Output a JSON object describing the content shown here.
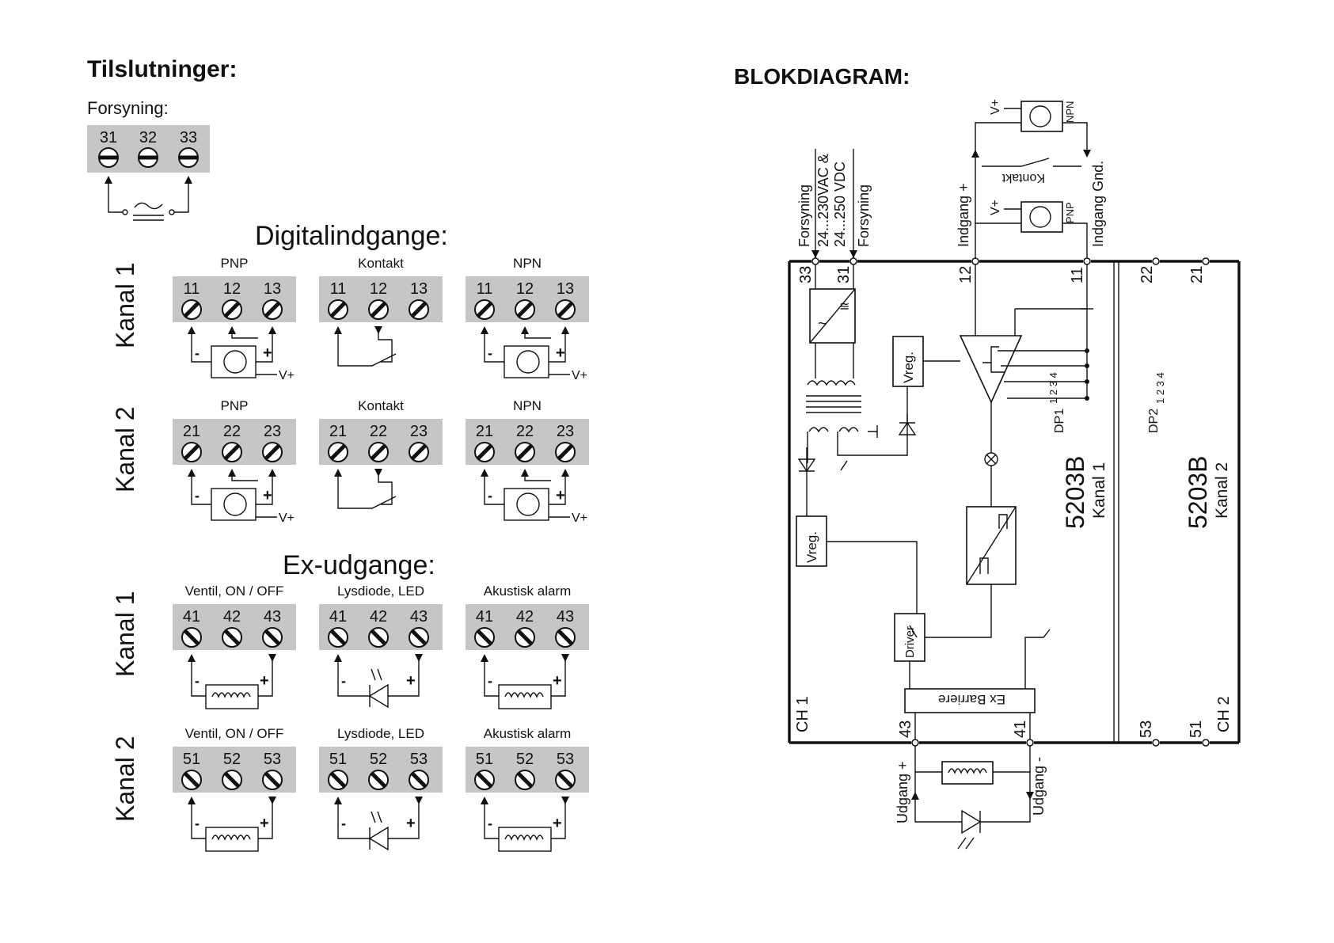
{
  "left": {
    "title": "Tilslutninger:",
    "supply_label": "Forsyning:",
    "supply_terminals": [
      "31",
      "32",
      "33"
    ],
    "digital_title": "Digitalindgange:",
    "exout_title": "Ex-udgange:",
    "channel1": "Kanal 1",
    "channel2": "Kanal 2",
    "digital_labels": [
      "PNP",
      "Kontakt",
      "NPN"
    ],
    "digital_ch1_terms": [
      "11",
      "12",
      "13"
    ],
    "digital_ch2_terms": [
      "21",
      "22",
      "23"
    ],
    "exout_labels": [
      "Ventil, ON / OFF",
      "Lysdiode, LED",
      "Akustisk alarm"
    ],
    "exout_ch1_terms": [
      "41",
      "42",
      "43"
    ],
    "exout_ch2_terms": [
      "51",
      "52",
      "53"
    ],
    "minus": "-",
    "plus": "+",
    "vplus": "V+"
  },
  "right": {
    "title": "BLOKDIAGRAM:",
    "forsyning": "Forsyning",
    "supply_ac": "24...230VAC &",
    "supply_dc": "24...250 VDC",
    "indgang_plus": "Indgang +",
    "indgang_gnd": "Indgang Gnd.",
    "kontakt": "Kontakt",
    "npn": "NPN",
    "pnp": "PNP",
    "vplus": "V+",
    "vreg": "Vreg.",
    "driver": "Driver",
    "ex_barriere": "Ex Barriere",
    "dp1": "DP1",
    "dp2": "DP2",
    "dip_switches": "1 2 3 4",
    "model": "5203B",
    "kanal1": "Kanal 1",
    "kanal2": "Kanal 2",
    "ch1": "CH 1",
    "ch2": "CH 2",
    "udgang_plus": "Udgang +",
    "udgang_minus": "Udgang -",
    "top_terminals": [
      "33",
      "31",
      "12",
      "11",
      "22",
      "21"
    ],
    "bottom_terminals": [
      "43",
      "41",
      "53",
      "51"
    ]
  }
}
